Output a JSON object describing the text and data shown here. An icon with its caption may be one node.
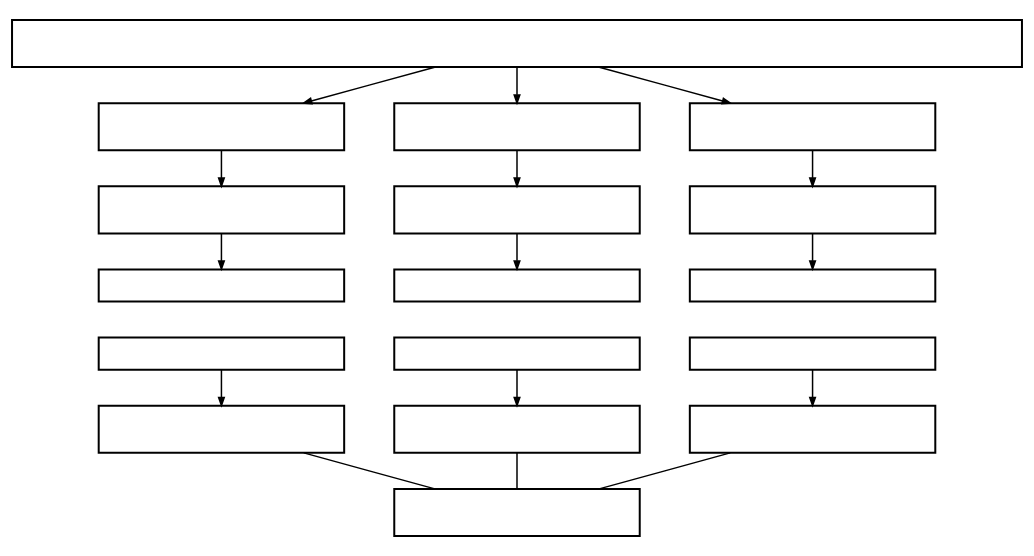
{
  "diagram": {
    "nodes": [
      {
        "text": [],
        "shape": "box"
      },
      {
        "text": [],
        "shape": "box"
      },
      {
        "text": [],
        "shape": "box"
      },
      {
        "text": [],
        "shape": "box"
      },
      {
        "text": [],
        "shape": "box"
      },
      {
        "text": [],
        "shape": "box"
      },
      {
        "text": [],
        "shape": "box"
      },
      {
        "text": [],
        "shape": "box"
      },
      {
        "text": [],
        "shape": "box"
      },
      {
        "text": [],
        "shape": "box"
      },
      {
        "text": [],
        "shape": "box"
      },
      {
        "text": [],
        "shape": "box"
      },
      {
        "text": [],
        "shape": "box"
      },
      {
        "text": [],
        "shape": "box"
      },
      {
        "text": [],
        "shape": "box"
      },
      {
        "text": [],
        "shape": "box"
      },
      {
        "text": [],
        "shape": "box"
      }
    ],
    "edges": [
      {
        "from": 0,
        "to": 1,
        "arrow": "to"
      },
      {
        "from": 0,
        "to": 2,
        "arrow": "to"
      },
      {
        "from": 0,
        "to": 3,
        "arrow": "to"
      },
      {
        "from": 1,
        "to": 4,
        "arrow": "to"
      },
      {
        "from": 2,
        "to": 5,
        "arrow": "to"
      },
      {
        "from": 3,
        "to": 6,
        "arrow": "to"
      },
      {
        "from": 4,
        "to": 7,
        "arrow": "to"
      },
      {
        "from": 5,
        "to": 8,
        "arrow": "to"
      },
      {
        "from": 6,
        "to": 9,
        "arrow": "to"
      },
      {
        "from": 10,
        "to": 13,
        "arrow": "to"
      },
      {
        "from": 11,
        "to": 14,
        "arrow": "to"
      },
      {
        "from": 12,
        "to": 15,
        "arrow": "to"
      },
      {
        "from": 13,
        "to": 16,
        "arrow": "none"
      },
      {
        "from": 14,
        "to": 16,
        "arrow": "none"
      },
      {
        "from": 15,
        "to": 16,
        "arrow": "none"
      }
    ]
  }
}
